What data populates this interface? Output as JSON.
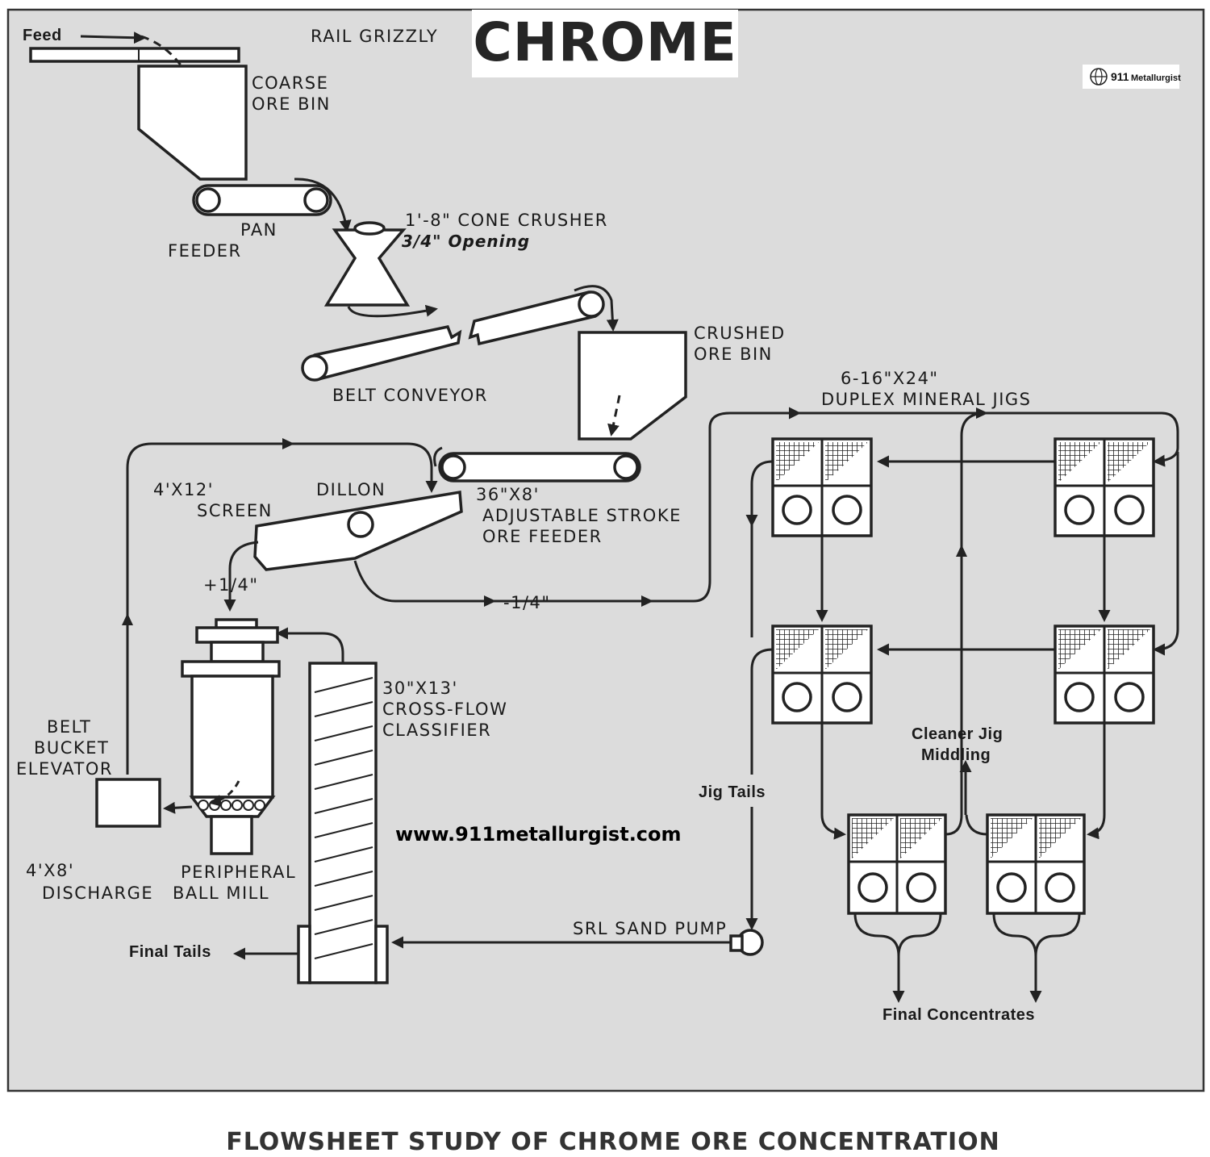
{
  "title": "CHROME",
  "caption": "FLOWSHEET STUDY OF CHROME ORE CONCENTRATION",
  "watermark_url": "www.911metallurgist.com",
  "logo": {
    "number": "911",
    "name": "Metallurgist",
    "icon": "globe-icon"
  },
  "labels": {
    "feed": "Feed",
    "rail_grizzly": "RAIL GRIZZLY",
    "coarse_bin_1": "COARSE",
    "coarse_bin_2": "ORE BIN",
    "pan_feeder_1": "PAN",
    "pan_feeder_2": "FEEDER",
    "crusher_1": "1'-8\" CONE CRUSHER",
    "crusher_2": "3/4\" Opening",
    "belt_conveyor": "BELT CONVEYOR",
    "crushed_bin_1": "CRUSHED",
    "crushed_bin_2": "ORE BIN",
    "screen_1": "4'X12'",
    "screen_2": "SCREEN",
    "dillon": "DILLON",
    "plus_quarter": "+1/4\"",
    "minus_quarter": "-1/4\"",
    "ore_feeder_1": "36\"X8'",
    "ore_feeder_2": "ADJUSTABLE STROKE",
    "ore_feeder_3": "ORE FEEDER",
    "jigs_1": "6-16\"X24\"",
    "jigs_2": "DUPLEX MINERAL JIGS",
    "classifier_1": "30\"X13'",
    "classifier_2": "CROSS-FLOW",
    "classifier_3": "CLASSIFIER",
    "elevator_1": "BELT",
    "elevator_2": "BUCKET",
    "elevator_3": "ELEVATOR",
    "mill_1": "4'X8'",
    "mill_2": "DISCHARGE",
    "mill_3": "PERIPHERAL",
    "mill_4": "BALL MILL",
    "jig_tails": "Jig Tails",
    "cleaner_1": "Cleaner Jig",
    "cleaner_2": "Middling",
    "sand_pump": "SRL SAND PUMP",
    "final_tails": "Final Tails",
    "final_conc": "Final Concentrates"
  }
}
